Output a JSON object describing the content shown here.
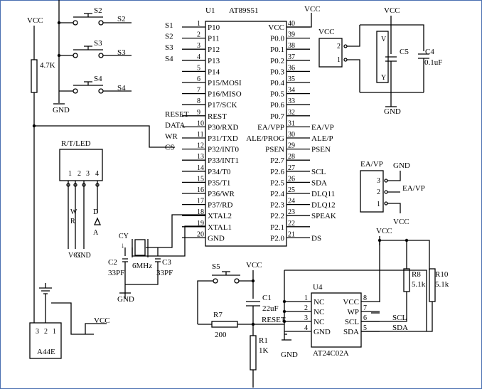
{
  "u1": {
    "ref": "U1",
    "part": "AT89S51",
    "left_pins": [
      {
        "num": "1",
        "name": "P10"
      },
      {
        "num": "2",
        "name": "P11"
      },
      {
        "num": "3",
        "name": "P12"
      },
      {
        "num": "4",
        "name": "P13"
      },
      {
        "num": "5",
        "name": "P14"
      },
      {
        "num": "6",
        "name": "P15/MOSI"
      },
      {
        "num": "7",
        "name": "P16/MISO"
      },
      {
        "num": "8",
        "name": "P17/SCK"
      },
      {
        "num": "9",
        "name": "REST"
      },
      {
        "num": "10",
        "name": "P30/RXD"
      },
      {
        "num": "11",
        "name": "P31/TXD"
      },
      {
        "num": "12",
        "name": "P32/INT0"
      },
      {
        "num": "13",
        "name": "P33/INT1"
      },
      {
        "num": "14",
        "name": "P34/T0"
      },
      {
        "num": "15",
        "name": "P35/T1"
      },
      {
        "num": "16",
        "name": "P36/WR"
      },
      {
        "num": "17",
        "name": "P37/RD"
      },
      {
        "num": "18",
        "name": "XTAL2"
      },
      {
        "num": "19",
        "name": "XTAL1"
      },
      {
        "num": "20",
        "name": "GND"
      }
    ],
    "right_pins": [
      {
        "num": "40",
        "name": "VCC"
      },
      {
        "num": "39",
        "name": "P0.0"
      },
      {
        "num": "38",
        "name": "P0.1"
      },
      {
        "num": "37",
        "name": "P0.2"
      },
      {
        "num": "36",
        "name": "P0.3"
      },
      {
        "num": "35",
        "name": "P0.4"
      },
      {
        "num": "34",
        "name": "P0.5"
      },
      {
        "num": "33",
        "name": "P0.6"
      },
      {
        "num": "32",
        "name": "P0.7"
      },
      {
        "num": "31",
        "name": "EA/VPP"
      },
      {
        "num": "30",
        "name": "ALE/PROG"
      },
      {
        "num": "29",
        "name": "PSEN"
      },
      {
        "num": "28",
        "name": "P2.7"
      },
      {
        "num": "27",
        "name": "P2.6"
      },
      {
        "num": "26",
        "name": "P2.5"
      },
      {
        "num": "25",
        "name": "P2.4"
      },
      {
        "num": "24",
        "name": "P2.3"
      },
      {
        "num": "23",
        "name": "P2.2"
      },
      {
        "num": "22",
        "name": "P2.1"
      },
      {
        "num": "21",
        "name": "P2.0"
      }
    ],
    "left_nets": [
      "S1",
      "S2",
      "S3",
      "S4",
      "",
      "",
      "",
      "",
      "RESET",
      "DATA",
      "WR",
      "CS"
    ],
    "right_nets": [
      "",
      "",
      "",
      "",
      "",
      "",
      "",
      "",
      "",
      "EA/VP",
      "ALE/P",
      "PSEN",
      "",
      "SCL",
      "SDA",
      "DLQ11",
      "DLQ12",
      "SPEAK",
      "",
      "DS"
    ]
  },
  "switches": {
    "s2": {
      "ref": "S2",
      "net": "S2"
    },
    "s3": {
      "ref": "S3",
      "net": "S3"
    },
    "s4": {
      "ref": "S4",
      "net": "S4"
    },
    "s5": {
      "ref": "S5"
    }
  },
  "power": {
    "vcc": "VCC",
    "gnd": "GND"
  },
  "passives": {
    "r_pullup": "4.7K",
    "c5": "C5",
    "c4": "C4",
    "c4_val": "0.1uF",
    "c2": "C2",
    "c2_val": "33PF",
    "c3": "C3",
    "c3_val": "33PF",
    "crystal": "CY",
    "crystal_val": "6MHz",
    "c1": "C1",
    "c1_val": "22uF",
    "r7": "R7",
    "r7_val": "200",
    "r1": "R1",
    "r1_val": "1K",
    "r8": "R8",
    "r8_val": "5.1k",
    "r10": "R10",
    "r10_val": "5.1k",
    "reset_net": "RESET"
  },
  "rtled": {
    "label": "R/T/LED",
    "pins": [
      "1",
      "2",
      "3",
      "4"
    ],
    "sig_w": "W",
    "sig_r": "R",
    "sig_d": "D",
    "sig_a": "A"
  },
  "j_vcc": {
    "pins": [
      "2",
      "1"
    ]
  },
  "j_ea": {
    "label": "EA/VP",
    "net": "EA/VP",
    "pins": [
      "3",
      "2",
      "1"
    ]
  },
  "a44e": {
    "label": "A44E",
    "pins": [
      "3",
      "2",
      "1"
    ]
  },
  "u4": {
    "ref": "U4",
    "part": "AT24C02A",
    "left_pins": [
      {
        "num": "1",
        "name": "NC"
      },
      {
        "num": "2",
        "name": "NC"
      },
      {
        "num": "3",
        "name": "NC"
      },
      {
        "num": "4",
        "name": "GND"
      }
    ],
    "right_pins": [
      {
        "num": "8",
        "name": "VCC"
      },
      {
        "num": "7",
        "name": "WP"
      },
      {
        "num": "6",
        "name": "SCL"
      },
      {
        "num": "5",
        "name": "SDA"
      }
    ],
    "nets": [
      "SCL",
      "SDA"
    ]
  },
  "crystal_mark": "↓"
}
